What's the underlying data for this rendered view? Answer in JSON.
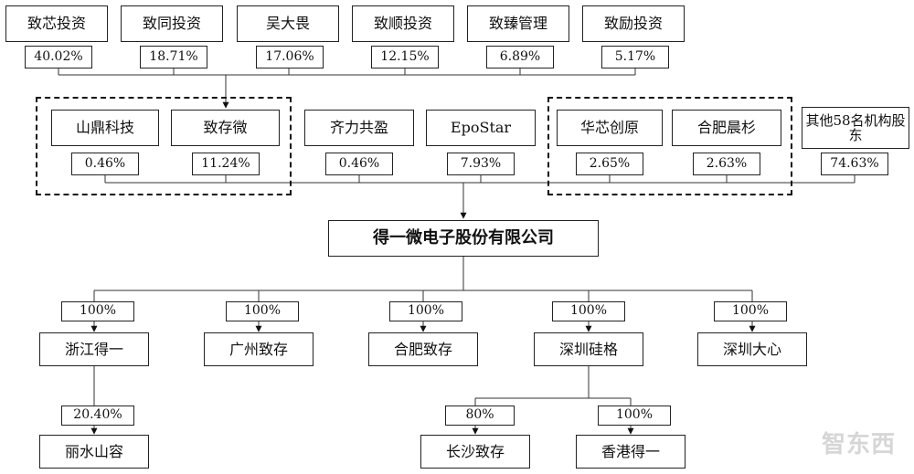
{
  "top_row": [
    {
      "name": "致芯投资",
      "pct": "40.02%"
    },
    {
      "name": "致同投资",
      "pct": "18.71%"
    },
    {
      "name": "吴大畏",
      "pct": "17.06%"
    },
    {
      "name": "致顺投资",
      "pct": "12.15%"
    },
    {
      "name": "致臻管理",
      "pct": "6.89%"
    },
    {
      "name": "致励投资",
      "pct": "5.17%"
    }
  ],
  "middle_row": [
    {
      "name": "山鼎科技",
      "pct": "0.46%"
    },
    {
      "name": "致存微",
      "pct": "11.24%"
    },
    {
      "name": "齐力共盈",
      "pct": "0.46%"
    },
    {
      "name": "EpoStar",
      "pct": "7.93%"
    },
    {
      "name": "华芯创原",
      "pct": "2.65%"
    },
    {
      "name": "合肥晨杉",
      "pct": "2.63%"
    },
    {
      "name": "其他58名机构股东",
      "pct": "74.63%"
    }
  ],
  "main_company": "得一微电子股份有限公司",
  "subsidiaries": [
    {
      "name": "浙江得一",
      "pct": "100%"
    },
    {
      "name": "广州致存",
      "pct": "100%"
    },
    {
      "name": "合肥致存",
      "pct": "100%"
    },
    {
      "name": "深圳硅格",
      "pct": "100%"
    },
    {
      "name": "深圳大心",
      "pct": "100%"
    }
  ],
  "second_level": [
    {
      "name": "丽水山容",
      "pct": "20.40%"
    },
    {
      "name": "长沙致存",
      "pct": "80%"
    },
    {
      "name": "香港得一",
      "pct": "100%"
    }
  ],
  "watermark": "智东西"
}
